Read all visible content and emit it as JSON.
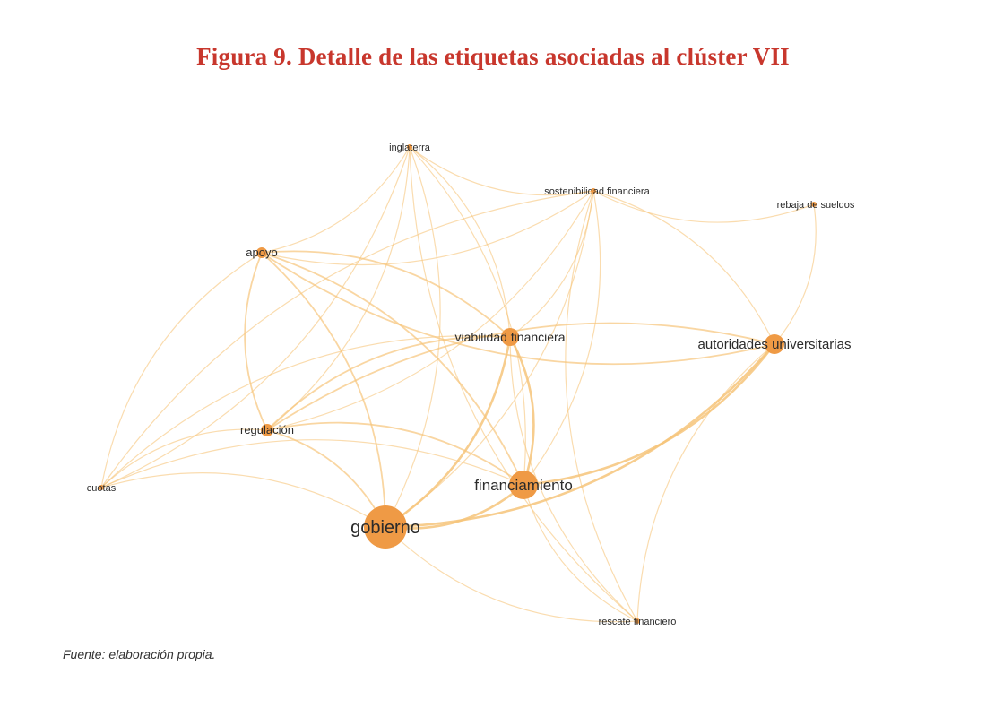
{
  "figure": {
    "title": "Figura 9. Detalle de las etiquetas asociadas al clúster VII",
    "source_note": "Fuente: elaboración propia."
  },
  "colors": {
    "title": "#c8372d",
    "node": "#ef9a45",
    "edge": "#f6c47a"
  },
  "network": {
    "nodes": [
      {
        "id": "gobierno",
        "label": "gobierno"
      },
      {
        "id": "financiamiento",
        "label": "financiamiento"
      },
      {
        "id": "autoridades",
        "label": "autoridades universitarias"
      },
      {
        "id": "viabilidad",
        "label": "viabilidad financiera"
      },
      {
        "id": "regulacion",
        "label": "regulación"
      },
      {
        "id": "apoyo",
        "label": "apoyo"
      },
      {
        "id": "cuotas",
        "label": "cuotas"
      },
      {
        "id": "rescate",
        "label": "rescate financiero"
      },
      {
        "id": "sostenibilidad",
        "label": "sostenibilidad financiera"
      },
      {
        "id": "inglaterra",
        "label": "inglaterra"
      },
      {
        "id": "rebaja",
        "label": "rebaja de sueldos"
      }
    ],
    "edges": [
      {
        "source": "gobierno",
        "target": "financiamiento"
      },
      {
        "source": "gobierno",
        "target": "autoridades"
      },
      {
        "source": "gobierno",
        "target": "viabilidad"
      },
      {
        "source": "gobierno",
        "target": "regulacion"
      },
      {
        "source": "gobierno",
        "target": "apoyo"
      },
      {
        "source": "gobierno",
        "target": "cuotas"
      },
      {
        "source": "gobierno",
        "target": "rescate"
      },
      {
        "source": "gobierno",
        "target": "sostenibilidad"
      },
      {
        "source": "gobierno",
        "target": "inglaterra"
      },
      {
        "source": "financiamiento",
        "target": "autoridades"
      },
      {
        "source": "financiamiento",
        "target": "viabilidad"
      },
      {
        "source": "financiamiento",
        "target": "regulacion"
      },
      {
        "source": "financiamiento",
        "target": "apoyo"
      },
      {
        "source": "financiamiento",
        "target": "cuotas"
      },
      {
        "source": "financiamiento",
        "target": "rescate"
      },
      {
        "source": "financiamiento",
        "target": "sostenibilidad"
      },
      {
        "source": "financiamiento",
        "target": "inglaterra"
      },
      {
        "source": "autoridades",
        "target": "rebaja"
      },
      {
        "source": "autoridades",
        "target": "sostenibilidad"
      },
      {
        "source": "autoridades",
        "target": "rescate"
      },
      {
        "source": "autoridades",
        "target": "regulacion"
      },
      {
        "source": "viabilidad",
        "target": "apoyo"
      },
      {
        "source": "viabilidad",
        "target": "regulacion"
      },
      {
        "source": "viabilidad",
        "target": "rescate"
      },
      {
        "source": "viabilidad",
        "target": "sostenibilidad"
      },
      {
        "source": "viabilidad",
        "target": "inglaterra"
      },
      {
        "source": "viabilidad",
        "target": "cuotas"
      },
      {
        "source": "apoyo",
        "target": "inglaterra"
      },
      {
        "source": "apoyo",
        "target": "sostenibilidad"
      },
      {
        "source": "apoyo",
        "target": "regulacion"
      },
      {
        "source": "apoyo",
        "target": "cuotas"
      },
      {
        "source": "apoyo",
        "target": "autoridades"
      },
      {
        "source": "regulacion",
        "target": "cuotas"
      },
      {
        "source": "regulacion",
        "target": "inglaterra"
      },
      {
        "source": "regulacion",
        "target": "sostenibilidad"
      },
      {
        "source": "cuotas",
        "target": "inglaterra"
      },
      {
        "source": "inglaterra",
        "target": "sostenibilidad"
      },
      {
        "source": "inglaterra",
        "target": "rescate"
      },
      {
        "source": "sostenibilidad",
        "target": "rescate"
      },
      {
        "source": "sostenibilidad",
        "target": "rebaja"
      },
      {
        "source": "sostenibilidad",
        "target": "cuotas"
      }
    ]
  }
}
